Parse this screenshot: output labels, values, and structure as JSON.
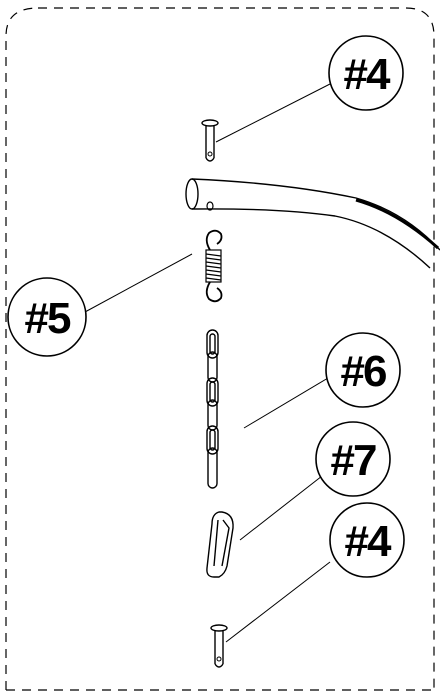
{
  "callouts": {
    "c1": "#4",
    "c2": "#5",
    "c3": "#6",
    "c4": "#7",
    "c5": "#4"
  },
  "parts": {
    "pin_top": "clevis-pin",
    "spring": "extension-spring",
    "chain": "chain",
    "snap_hook": "snap-hook",
    "pin_bottom": "clevis-pin",
    "tube": "frame-tube"
  },
  "colors": {
    "line": "#000000",
    "background": "#ffffff"
  }
}
